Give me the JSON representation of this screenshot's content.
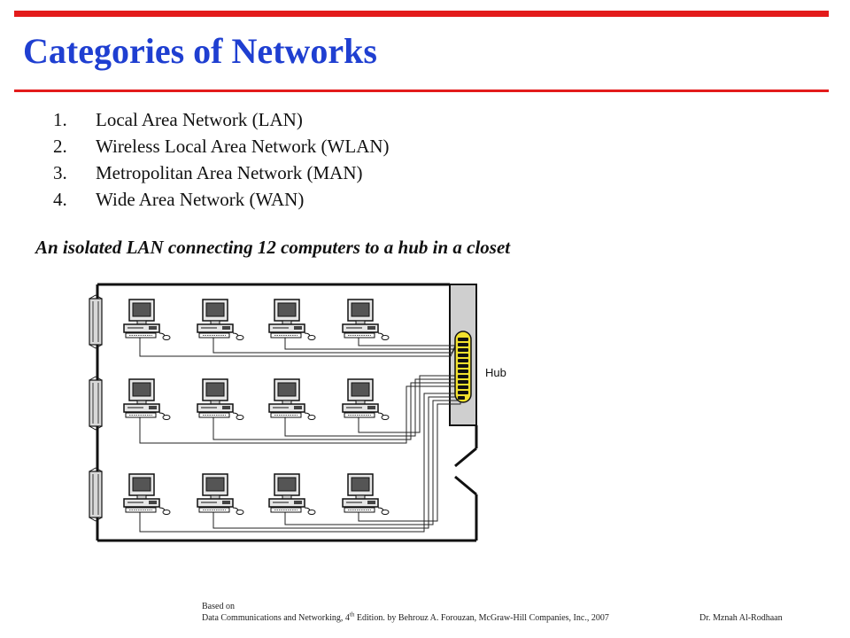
{
  "colors": {
    "accent_red": "#e31b1b",
    "title_blue": "#1f3fd1",
    "hub_yellow": "#f2e12e"
  },
  "slide": {
    "title": "Categories of Networks"
  },
  "list_items": [
    {
      "num": "1.",
      "text": "Local Area Network (LAN)"
    },
    {
      "num": "2.",
      "text": "Wireless Local Area Network (WLAN)"
    },
    {
      "num": "3.",
      "text": "Metropolitan Area Network (MAN)"
    },
    {
      "num": "4.",
      "text": "Wide Area Network (WAN)"
    }
  ],
  "caption": "An isolated LAN connecting 12 computers to a hub in a closet",
  "diagram": {
    "hub_label": "Hub",
    "computer_icon": "desktop-computer-icon",
    "computer_count": 12
  },
  "footer": {
    "based_on": "Based on",
    "ref_before": "Data Communications and Networking, 4",
    "ref_sup": "th",
    "ref_after": " Edition. by Behrouz A. Forouzan,   McGraw-Hill Companies, Inc., 2007",
    "author": "Dr. Mznah Al-Rodhaan"
  }
}
